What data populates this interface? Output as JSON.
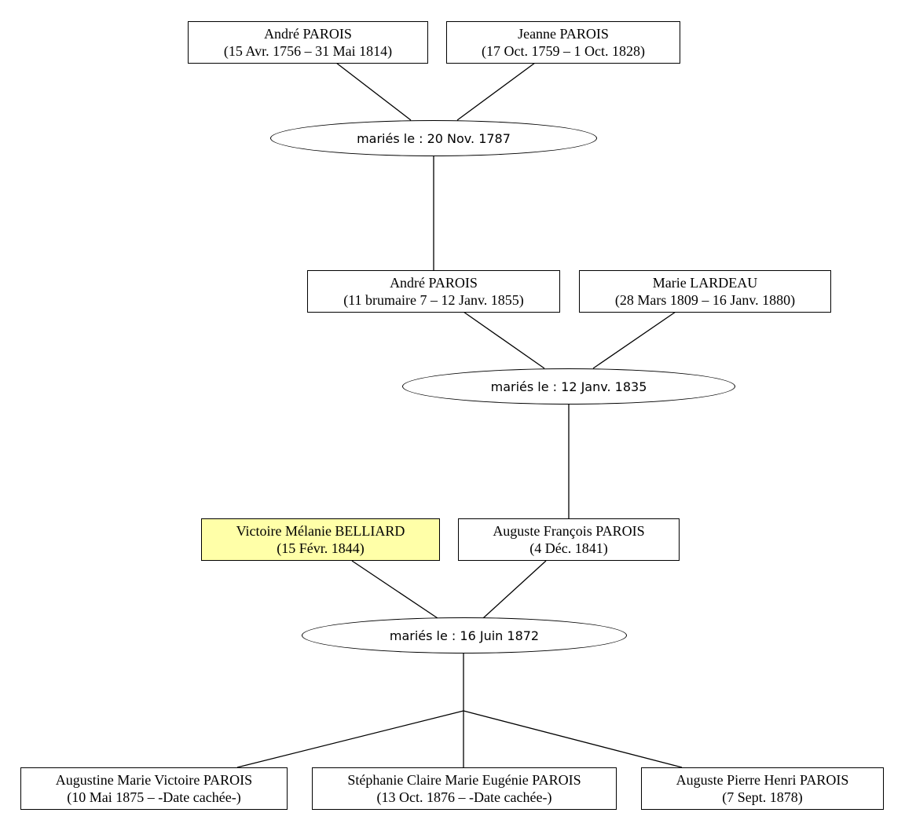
{
  "colors": {
    "highlight": "#ffffa8",
    "stroke": "#000000"
  },
  "people": {
    "andre_1756": {
      "name": "André PAROIS",
      "dates": "(15 Avr. 1756 – 31 Mai 1814)"
    },
    "jeanne_1759": {
      "name": "Jeanne PAROIS",
      "dates": "(17 Oct. 1759 – 1 Oct. 1828)"
    },
    "andre_b7": {
      "name": "André PAROIS",
      "dates": "(11 brumaire 7 – 12 Janv. 1855)"
    },
    "marie_lardeau": {
      "name": "Marie LARDEAU",
      "dates": "(28 Mars 1809 – 16 Janv. 1880)"
    },
    "victoire": {
      "name": "Victoire Mélanie BELLIARD",
      "dates": "(15 Févr. 1844)"
    },
    "auguste_francois": {
      "name": "Auguste François PAROIS",
      "dates": "(4 Déc. 1841)"
    },
    "augustine": {
      "name": "Augustine Marie Victoire PAROIS",
      "dates": "(10 Mai 1875 – -Date cachée-)"
    },
    "stephanie": {
      "name": "Stéphanie Claire Marie Eugénie PAROIS",
      "dates": "(13 Oct. 1876 – -Date cachée-)"
    },
    "auguste_pierre": {
      "name": "Auguste Pierre Henri PAROIS",
      "dates": "(7 Sept. 1878)"
    }
  },
  "marriages": {
    "m1787": {
      "label": "mariés le : 20 Nov. 1787"
    },
    "m1835": {
      "label": "mariés le : 12 Janv. 1835"
    },
    "m1872": {
      "label": "mariés le : 16 Juin 1872"
    }
  }
}
